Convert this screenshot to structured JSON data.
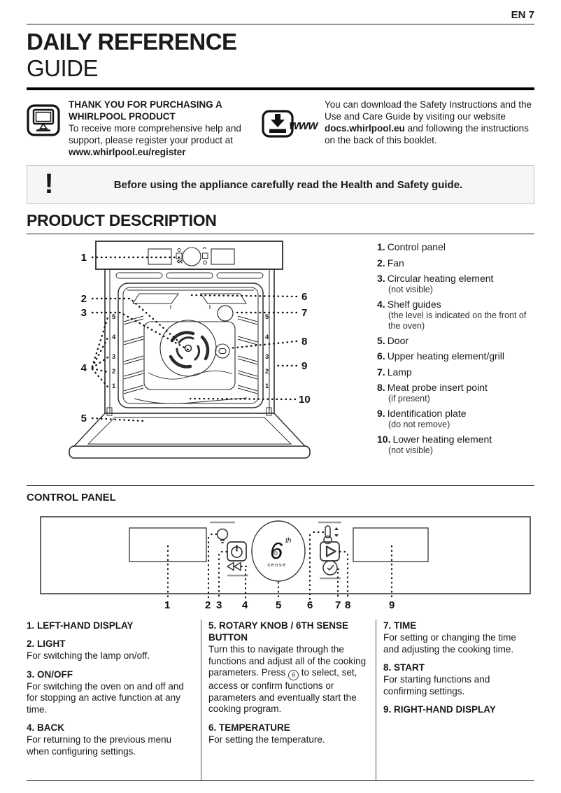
{
  "page": {
    "number_label": "EN 7"
  },
  "header": {
    "title_line1": "DAILY REFERENCE",
    "title_line2": "GUIDE"
  },
  "intro": {
    "left": {
      "heading_line1": "THANK YOU FOR PURCHASING A",
      "heading_line2": "WHIRLPOOL PRODUCT",
      "body": "To receive more comprehensive help and support, please register your product at",
      "link": "www.whirlpool.eu/register"
    },
    "right": {
      "icon_word": "www",
      "text_before": "You can download the Safety Instructions and the Use and Care Guide by visiting our website ",
      "link": "docs.whirlpool.eu",
      "text_after": " and following the instructions on the back of this booklet."
    }
  },
  "warning": {
    "exclamation": "!",
    "text": "Before using the appliance carefully read the Health and Safety guide."
  },
  "product_description": {
    "title": "PRODUCT DESCRIPTION",
    "items": [
      {
        "num": "1.",
        "label": "Control panel"
      },
      {
        "num": "2.",
        "label": "Fan"
      },
      {
        "num": "3.",
        "label": "Circular heating element",
        "note": "(not visible)"
      },
      {
        "num": "4.",
        "label": "Shelf guides",
        "note": "(the level is indicated on the front of the oven)"
      },
      {
        "num": "5.",
        "label": "Door"
      },
      {
        "num": "6.",
        "label": "Upper heating element/grill"
      },
      {
        "num": "7.",
        "label": "Lamp"
      },
      {
        "num": "8.",
        "label": "Meat probe insert point",
        "note": "(if present)"
      },
      {
        "num": "9.",
        "label": "Identification plate",
        "note": "(do not remove)"
      },
      {
        "num": "10.",
        "label": "Lower heating element",
        "note": "(not visible)"
      }
    ]
  },
  "oven_diagram": {
    "left_callouts": [
      "1",
      "2",
      "3",
      "4",
      "5"
    ],
    "right_callouts": [
      "6",
      "7",
      "8",
      "9",
      "10"
    ],
    "shelf_levels": [
      "5",
      "4",
      "3",
      "2",
      "1"
    ]
  },
  "control_panel": {
    "title": "CONTROL PANEL",
    "callout_numbers": [
      "1",
      "2",
      "3",
      "4",
      "5",
      "6",
      "7",
      "8",
      "9"
    ],
    "knob": {
      "six": "6",
      "th": "th",
      "sense": "sense"
    }
  },
  "legend": {
    "col1": [
      {
        "heading": "1. LEFT-HAND DISPLAY",
        "body": ""
      },
      {
        "heading": "2. LIGHT",
        "body": "For switching the lamp on/off."
      },
      {
        "heading": "3. ON/OFF",
        "body": "For switching the oven on and off and for stopping an active function at any time."
      },
      {
        "heading": "4. BACK",
        "body": "For returning to the previous menu when configuring settings."
      }
    ],
    "col2": [
      {
        "heading": "5. ROTARY KNOB / 6TH SENSE BUTTON",
        "body_before": "Turn this to navigate through the functions and adjust all of the cooking parameters. Press ",
        "inline_icon": "6",
        "body_after": " to select, set, access or confirm functions or parameters and eventually start the cooking program."
      },
      {
        "heading": "6. TEMPERATURE",
        "body": "For setting the temperature."
      }
    ],
    "col3": [
      {
        "heading": "7. TIME",
        "body": "For setting or changing the time and adjusting the cooking time."
      },
      {
        "heading": "8. START",
        "body": "For starting functions and confirming settings."
      },
      {
        "heading": "9. RIGHT-HAND DISPLAY",
        "body": ""
      }
    ]
  },
  "colors": {
    "text": "#1a1a1a",
    "warning_bg": "#f6f6f5",
    "warning_border": "#c3c3c3",
    "gray_accent": "#999999"
  }
}
